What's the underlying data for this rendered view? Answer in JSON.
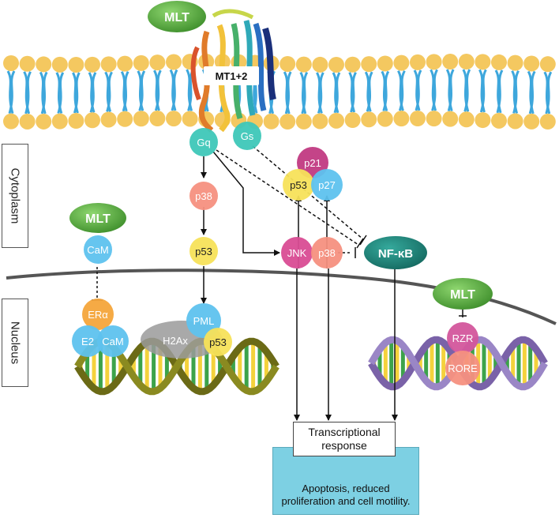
{
  "side_labels": {
    "cytoplasm": "Cytoplasm",
    "nucleus": "Nucleus"
  },
  "receptor": {
    "label": "MT1+2"
  },
  "melatonin": {
    "top": "MLT",
    "left": "MLT",
    "right": "MLT"
  },
  "proteins": {
    "gq": "Gq",
    "gs": "Gs",
    "p38_a": "p38",
    "p53_a": "p53",
    "cam_a": "CaM",
    "p21": "p21",
    "p53_b": "p53",
    "p27": "p27",
    "jnk": "JNK",
    "p38_b": "p38",
    "nfkb": "NF-κB",
    "era": "ERα",
    "e2": "E2",
    "cam_b": "CaM",
    "pml": "PML",
    "h2ax": "H2Ax",
    "p53_c": "p53",
    "rzr": "RZR",
    "rore": "RORE"
  },
  "transcriptional_response": "Transcriptional response",
  "outcome": "Apoptosis, reduced proliferation and cell motility.",
  "colors": {
    "membrane_head": "#f4c860",
    "membrane_tail": "#3ea7dc",
    "mlt": "#5fb247",
    "teal": "#3ec7b8",
    "salmon": "#f6907f",
    "yellow": "#f7e25a",
    "blue": "#5ec2ee",
    "magenta": "#c13a82",
    "nfkb": "#1f8a7f",
    "orange": "#f4a53b",
    "gray": "#9a9a9a",
    "outcome_bg": "#7dd0e3"
  }
}
